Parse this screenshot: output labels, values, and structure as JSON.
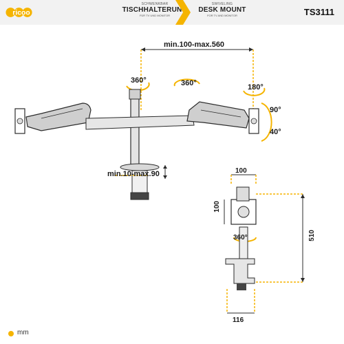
{
  "header": {
    "brand": "ricoo",
    "left_block": {
      "top": "SCHWENKBAR",
      "main": "TISCHHALTERUNG",
      "sub": "FÜR TV UND MONITOR"
    },
    "right_block": {
      "top": "SWIVELING",
      "main": "DESK MOUNT",
      "sub": "FOR TV AND MONITOR"
    },
    "sku": "TS3111"
  },
  "main_view": {
    "arm_length_label": "min.100-max.560",
    "rotation_left": "360°",
    "rotation_center": "360°",
    "rotation_right": "180°",
    "tilt_up": "90°",
    "tilt_down": "40°",
    "clamp_range_label": "min.10-max.90"
  },
  "detail_view": {
    "plate_width": "100",
    "plate_height": "100",
    "rotation": "360°",
    "total_height": "510",
    "clamp_depth": "116"
  },
  "footer": {
    "unit": "mm"
  },
  "colors": {
    "accent": "#f5b400",
    "line": "#2b2b2b"
  }
}
